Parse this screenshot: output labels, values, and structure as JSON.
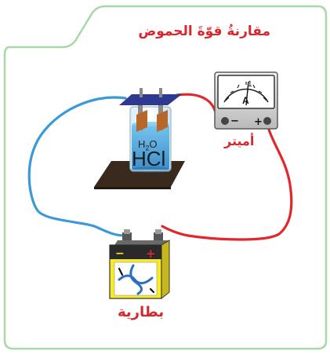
{
  "diagram": {
    "title": "مقارنةُ قوّةَ الحموض",
    "ammeter": {
      "label": "أميتر",
      "dial_letter": "A",
      "scale_mark": "1",
      "minus_sign": "−",
      "plus_sign": "+"
    },
    "beaker": {
      "water": "H",
      "water_sub": "2",
      "water_end": "O",
      "acid": "HCl"
    },
    "battery": {
      "label": "بطارية",
      "minus_sign": "−",
      "plus_sign": "+"
    },
    "colors": {
      "frame": "#a8d7a8",
      "title": "#d9272e",
      "wire_red": "#e3262b",
      "wire_blue": "#3a9ad9",
      "solution": "#4aa3d9",
      "platform": "#3a2a1e",
      "battery_body": "#f6ea2a"
    }
  }
}
